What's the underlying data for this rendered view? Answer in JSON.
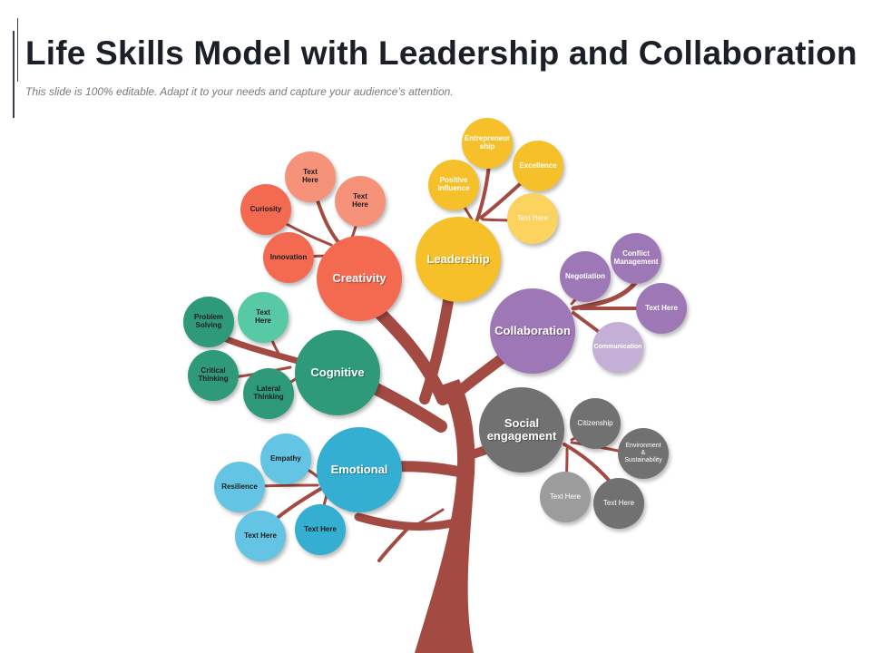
{
  "header": {
    "title": "Life Skills Model with Leadership and Collaboration",
    "subtitle": "This slide is 100% editable. Adapt it to your needs and capture your audience’s attention."
  },
  "colors": {
    "trunk": "#a34a42",
    "creativity": "#f46a50",
    "creativity_light": "#f7927a",
    "leadership": "#f6c02a",
    "leadership_light": "#fbd35e",
    "collaboration": "#9e78b6",
    "collaboration_light": "#c4afd6",
    "cognitive": "#2f9a7a",
    "cognitive_light": "#57c9a4",
    "emotional": "#35afd1",
    "emotional_light": "#64c4e3",
    "social": "#717171",
    "social_light": "#9c9c9c"
  },
  "main": {
    "creativity": "Creativity",
    "leadership": "Leadership",
    "collaboration": "Collaboration",
    "cognitive": "Cognitive",
    "emotional": "Emotional",
    "social": "Social\nengagement"
  },
  "leaves": {
    "creativity": [
      "Text\nHere",
      "Text\nHere",
      "Curiosity",
      "Innovation"
    ],
    "leadership": [
      "Entrepreneur\nship",
      "Excellence",
      "Positive\nInfluence",
      "Text Here"
    ],
    "collaboration": [
      "Negotiation",
      "Conflict\nManagement",
      "Text Here",
      "Communication"
    ],
    "cognitive": [
      "Problem\nSolving",
      "Text\nHere",
      "Critical\nThinking",
      "Lateral\nThinking"
    ],
    "emotional": [
      "Empathy",
      "Resilience",
      "Text Here",
      "Text Here"
    ],
    "social": [
      "Citizenship",
      "Environment\n&\nSustainability",
      "Text Here",
      "Text Here"
    ]
  }
}
